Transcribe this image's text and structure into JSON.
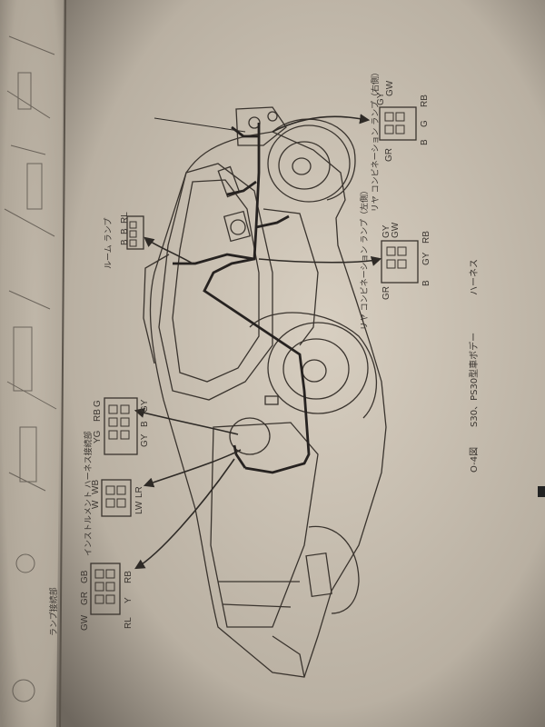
{
  "caption": {
    "figure_no": "O-4図",
    "model": "S30、PS30型車ボデー",
    "title": "ハーネス"
  },
  "rear_combination_lamp_right": {
    "title": "リヤ コンビネーション ランプ（右側）",
    "wires": [
      "GR",
      "GY",
      "GW",
      "B",
      "G",
      "RB"
    ]
  },
  "rear_combination_lamp_left": {
    "title": "リヤ コンビネーション ランプ（左側）",
    "wires": [
      "GR",
      "GY",
      "GW",
      "B",
      "GY",
      "RB"
    ]
  },
  "room_lamp": {
    "title": "ルーム ランプ",
    "wires": [
      "B",
      "B",
      "RL"
    ]
  },
  "instrument_harness_connector": {
    "title": "インストルメント ハーネス接続部",
    "conn1": [
      "YG",
      "RB",
      "G",
      "GY",
      "B",
      "GY"
    ],
    "conn2": [
      "W",
      "WB",
      "LW",
      "LR"
    ],
    "conn3": [
      "GW",
      "GR",
      "GB",
      "RL",
      "Y",
      "RB"
    ]
  },
  "left_page": {
    "labels": [
      "ランプ接続部"
    ]
  },
  "colors": {
    "paper": "#cfc6b8",
    "ink": "#3a3530",
    "background": "#2a2622"
  }
}
